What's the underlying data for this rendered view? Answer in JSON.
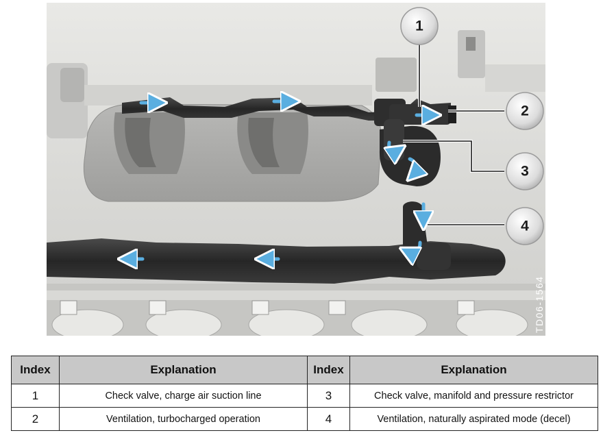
{
  "figure": {
    "image_code": "TD06-1564",
    "callouts": [
      "1",
      "2",
      "3",
      "4"
    ]
  },
  "legend": {
    "headers": [
      "Index",
      "Explanation",
      "Index",
      "Explanation"
    ],
    "rows": [
      {
        "index_a": "1",
        "text_a": "Check valve, charge air suction line",
        "index_b": "3",
        "text_b": "Check valve, manifold and pressure restrictor"
      },
      {
        "index_a": "2",
        "text_a": "Ventilation, turbocharged operation",
        "index_b": "4",
        "text_b": "Ventilation, naturally aspirated mode (decel)"
      }
    ]
  },
  "colors": {
    "flow_arrow": "#5aaee0",
    "header_bg": "#c8c8c8",
    "pipe": "#2a2a2a"
  }
}
